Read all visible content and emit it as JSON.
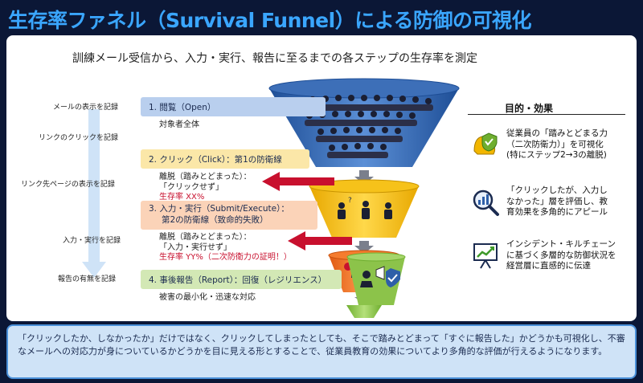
{
  "title": "生存率ファネル（Survival Funnel）による防御の可視化",
  "subtitle": "訓練メール受信から、入力・実行、報告に至るまでの各ステップの生存率を測定",
  "left_tags": [
    "メールの表示を記録",
    "リンクのクリックを記録",
    "リンク先ページの表示を記録",
    "入力・実行を記録",
    "報告の有無を記録"
  ],
  "stages": [
    {
      "label": "1. 閲覧（Open）",
      "sub": "対象者全体"
    },
    {
      "label": "2. クリック（Click）：第1の防衛線",
      "drop_line1": "離脱（踏みとどまった）：",
      "drop_line2": "「クリックせず」",
      "rate": "生存率 XX%"
    },
    {
      "label_line1": "3. 入力・実行（Submit/Execute）：",
      "label_line2": "第2の防衛線（致命的失敗）",
      "drop_line1": "離脱（踏みとどまった）：",
      "drop_line2": "「入力・実行せず」",
      "rate": "生存率 YY%（二次防衛力の証明！）"
    },
    {
      "label": "4. 事後報告（Report）：回復（レジリエンス）",
      "sub": "被害の最小化・迅速な対応"
    }
  ],
  "purpose": {
    "title": "目的・効果",
    "items": [
      {
        "icon": "shield-arm-icon",
        "lines": [
          "従業員の「踏みとどまる力",
          "（二次防衛力）」を可視化",
          "(特にステップ2→3の離脱)"
        ]
      },
      {
        "icon": "magnifier-chart-icon",
        "lines": [
          "「クリックしたが、入力し",
          "なかった」層を評価し、教",
          "育効果を多角的にアピール"
        ]
      },
      {
        "icon": "presentation-board-icon",
        "lines": [
          "インシデント・キルチェーン",
          "に基づく多層的な防御状況を",
          "経営層に直感的に伝達"
        ]
      }
    ]
  },
  "footer": "「クリックしたか、しなかったか」だけではなく、クリックしてしまったとしても、そこで踏みとどまって「すぐに報告した」かどうかも可視化し、不審なメールへの対応力が身についているかどうかを目に見える形とすることで、従業員教育の効果についてより多角的な評価が行えるようになります。",
  "colors": {
    "title": "#3aa6ff",
    "stage1": "#2e5fa8",
    "stage2": "#f2b600",
    "stage3": "#ee6a1f",
    "stage4": "#8cc34a",
    "alert": "#c8102e"
  }
}
